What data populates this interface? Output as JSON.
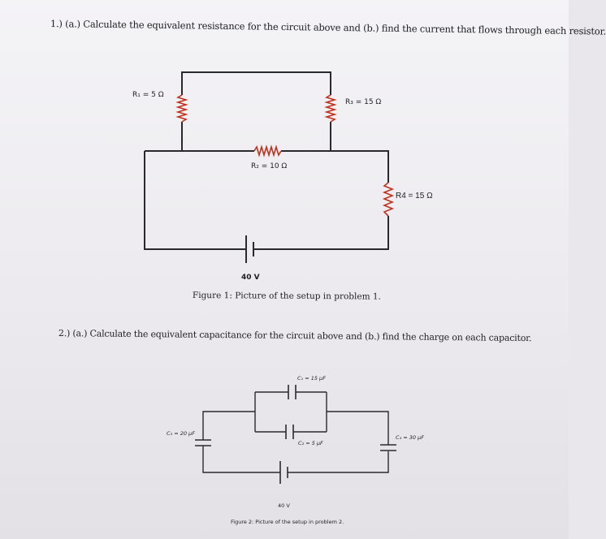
{
  "problem1": {
    "text": "1.) (a.) Calculate the equivalent resistance for the circuit above and (b.) find the current that flows through each resistor.",
    "labels": {
      "r_left": "R₁ = 5 Ω",
      "r_right": "R₃ = 15 Ω",
      "r_middle": "R₂ = 10 Ω",
      "r4": "R4 = 15 Ω"
    },
    "voltage": "40 V",
    "caption": "Figure 1: Picture of the setup in problem 1."
  },
  "problem2": {
    "text": "2.) (a.) Calculate the equivalent capacitance for the circuit above and (b.) find the charge on each capacitor.",
    "labels": {
      "c_top": "C₁ = 15 μF",
      "c_middle": "C₂ = 5 μF",
      "c_left": "C₃ = 20 μF",
      "c_right": "C₄ = 30 μF"
    },
    "voltage": "40 V",
    "caption": "Figure 2: Picture of the setup in problem 2."
  }
}
